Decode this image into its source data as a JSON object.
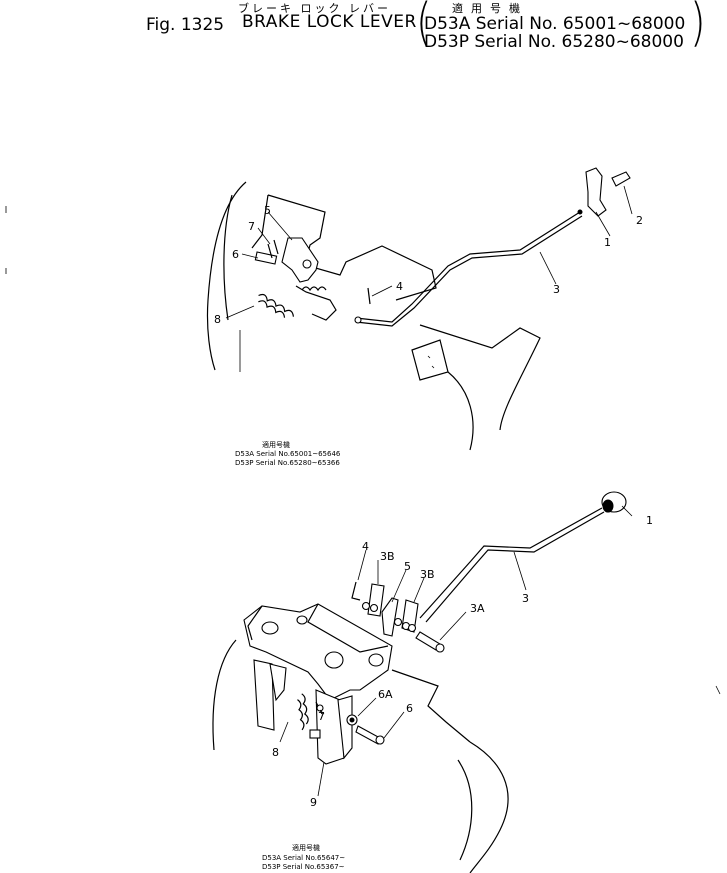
{
  "header": {
    "fig_number": "Fig. 1325",
    "title_jp": "ブレーキ ロック レバー",
    "title_en": "BRAKE LOCK LEVER",
    "applicability_jp": "適用号機",
    "serial_line_1": "D53A Serial No. 65001~68000",
    "serial_line_2": "D53P Serial No. 65280~68000"
  },
  "upper_view": {
    "callouts": [
      "1",
      "2",
      "3",
      "4",
      "5",
      "6",
      "7",
      "8"
    ],
    "note": {
      "heading": "適用号機",
      "line_1": "D53A Serial No.65001~65646",
      "line_2": "D53P Serial No.65280~65366"
    }
  },
  "lower_view": {
    "callouts": [
      "1",
      "3",
      "3B",
      "3B",
      "3A",
      "4",
      "5",
      "6",
      "6A",
      "7",
      "8",
      "9"
    ],
    "note": {
      "heading": "適用号機",
      "line_1": "D53A Serial No.65647~",
      "line_2": "D53P Serial No.65367~"
    }
  }
}
